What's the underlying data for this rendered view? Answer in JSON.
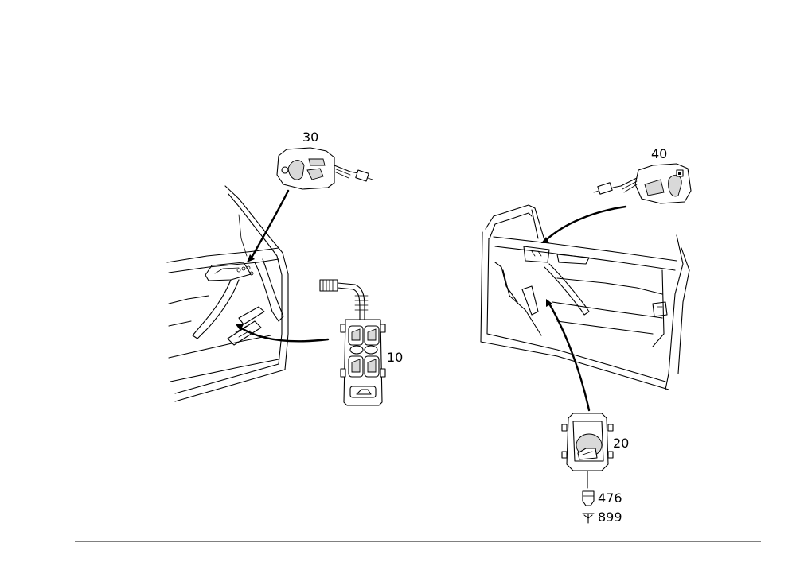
{
  "callouts": {
    "part_30": "30",
    "part_40": "40",
    "part_10": "10",
    "part_20": "20",
    "part_476": "476",
    "part_899": "899"
  }
}
